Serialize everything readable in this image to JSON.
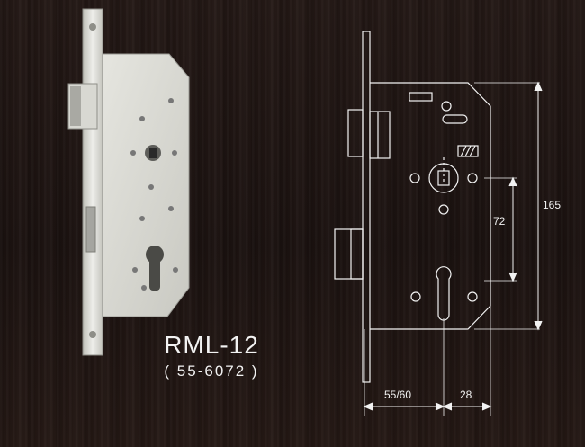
{
  "product": {
    "model": "RML-12",
    "code": "( 55-6072 )"
  },
  "dimensions": {
    "height": "165",
    "center_distance": "72",
    "backset": "55/60",
    "width": "28"
  },
  "colors": {
    "background": "#1f1512",
    "drawing_line": "#f2f2f2",
    "lock_body": "#dcdcd4"
  }
}
